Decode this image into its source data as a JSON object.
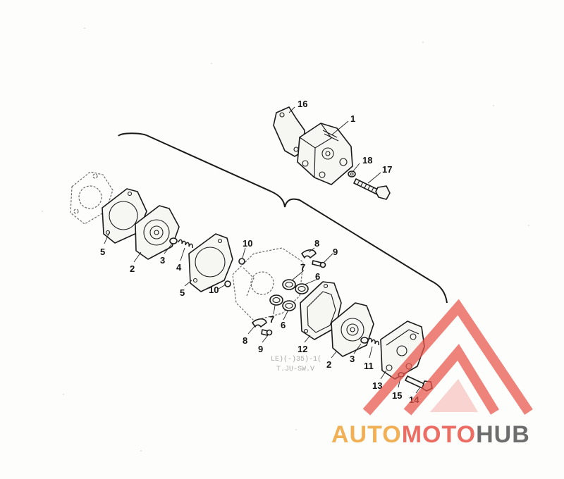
{
  "callouts": {
    "c1": "1",
    "c2a": "2",
    "c2b": "2",
    "c3a": "3",
    "c3b": "3",
    "c4": "4",
    "c5a": "5",
    "c5b": "5",
    "c6a": "6",
    "c6b": "6",
    "c7a": "7",
    "c7b": "7",
    "c8a": "8",
    "c8b": "8",
    "c9a": "9",
    "c9b": "9",
    "c10a": "10",
    "c10b": "10",
    "c11": "11",
    "c12": "12",
    "c13": "13",
    "c14": "14",
    "c15": "15",
    "c16": "16",
    "c17": "17",
    "c18": "18"
  },
  "watermark": {
    "part1": "AUTO",
    "part2": "MOTO",
    "part3": "HUB",
    "color_primary": "#f0a33a",
    "color_secondary": "#e8554a",
    "color_tertiary": "#555555"
  },
  "colors": {
    "line": "#1a1a1a",
    "paper": "#fdfdfb"
  }
}
